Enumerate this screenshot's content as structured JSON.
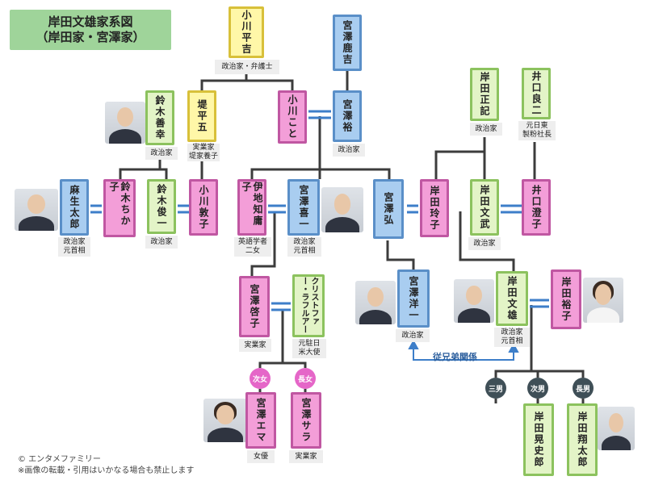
{
  "title": {
    "line1": "岸田文雄家系図",
    "line2": "（岸田家・宮澤家）"
  },
  "people": {
    "ogawa_heikichi": "小川平吉",
    "miyazawa_shikakichi": "宮澤鹿吉",
    "ogawa_koto": "小川こと",
    "miyazawa_yutaka": "宮澤裕",
    "tsutsumi_heigo": "堤平五",
    "suzuki_zenko": "鈴木善幸",
    "kishida_masaki": "岸田正記",
    "inoguchi_ryoichi": "井口良二",
    "aso_taro": "麻生太郎",
    "suzuki_chikako": "鈴木ちか子",
    "suzuki_shunichi": "鈴木俊一",
    "ogawa_atsuko": "小川敦子",
    "ichi_yoko": "伊地知庸子",
    "miyazawa_kiichi": "宮澤喜一",
    "miyazawa_hiroshi": "宮澤弘",
    "kishida_reiko": "岸田玲子",
    "kishida_fumitake": "岸田文武",
    "inoguchi_sumiko": "井口澄子",
    "miyazawa_keiko": "宮澤啓子",
    "christopher": "クリストファー・ラフルアー",
    "miyazawa_yoichi": "宮澤洋一",
    "kishida_fumio": "岸田文雄",
    "kishida_yuko": "岸田裕子",
    "miyazawa_ema": "宮澤エマ",
    "miyazawa_sara": "宮澤サラ",
    "kishida_koshiro": "岸田晃史郎",
    "kishida_shotaro": "岸田翔太郎"
  },
  "tags": {
    "ogawa_heikichi": "政治家・弁護士",
    "miyazawa_yutaka": "政治家",
    "tsutsumi_heigo_1": "実業家",
    "tsutsumi_heigo_2": "堤家養子",
    "suzuki_zenko": "政治家",
    "kishida_masaki": "政治家",
    "inoguchi_ryoichi_1": "元日東",
    "inoguchi_ryoichi_2": "製粉社長",
    "aso_taro_1": "政治家",
    "aso_taro_2": "元首相",
    "suzuki_shunichi": "政治家",
    "ichi_yoko_1": "英語学者",
    "ichi_yoko_2": "二女",
    "miyazawa_kiichi_1": "政治家",
    "miyazawa_kiichi_2": "元首相",
    "kishida_fumitake": "政治家",
    "miyazawa_keiko": "実業家",
    "christopher_1": "元駐日",
    "christopher_2": "米大使",
    "miyazawa_yoichi": "政治家",
    "kishida_fumio_1": "政治家",
    "kishida_fumio_2": "元首相",
    "miyazawa_ema": "女優",
    "miyazawa_sara": "実業家"
  },
  "circles": {
    "second_daughter": "次女",
    "eldest_daughter": "長女",
    "third_son": "三男",
    "second_son": "次男",
    "eldest_son": "長男"
  },
  "note": "従兄弟関係",
  "footer": {
    "line1": "© エンタメファミリー",
    "line2": "※画像の転載・引用はいかなる場合も禁止します"
  },
  "colors": {
    "yellow": "#fff7a8",
    "blue": "#a9cdf0",
    "pink": "#f39ed8",
    "green": "#e3f4c7",
    "line": "#3c3c3c",
    "marriage": "#3d7ec9",
    "title_bg": "#9fd49a"
  }
}
